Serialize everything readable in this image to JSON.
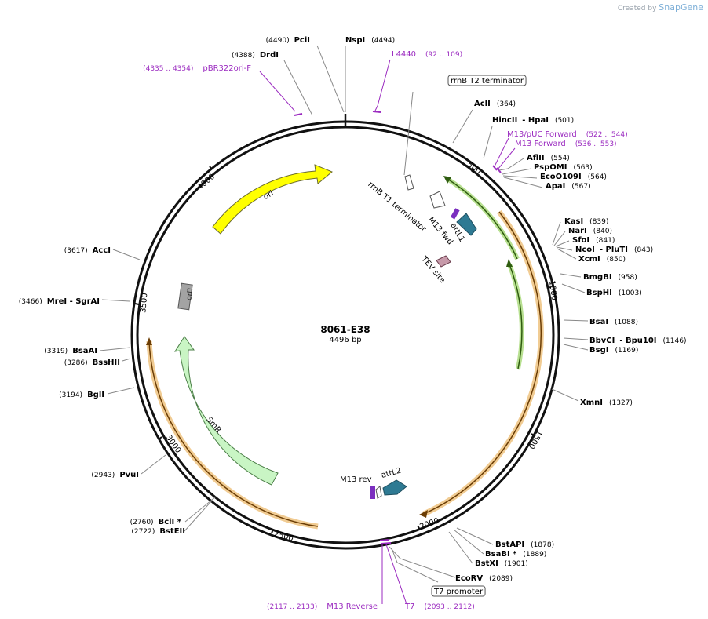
{
  "credit": {
    "prefix": "Created by",
    "brand": "SnapGene"
  },
  "plasmid": {
    "name": "8061-E38",
    "size_label": "4496 bp",
    "length": 4496
  },
  "colors": {
    "backbone": "#111111",
    "primer": "#9b2bc0",
    "ori": "#ffff00",
    "orf_green": "#7ec637",
    "orf_orange": "#e5a23a",
    "smr": "#c9f5c4",
    "attl": "#2e7a93",
    "tev": "#c79aaa",
    "orit": "#a3a3a3"
  },
  "ticks": [
    "500",
    "1000",
    "1500",
    "2000",
    "2500",
    "3000",
    "3500",
    "4000"
  ],
  "sites": [
    {
      "name": "PciI",
      "pos": "(4490)",
      "side": "L"
    },
    {
      "name": "NspI",
      "pos": "(4494)",
      "side": "R"
    },
    {
      "name": "DrdI",
      "pos": "(4388)",
      "side": "L"
    },
    {
      "name": "AclI",
      "pos": "(364)",
      "side": "R"
    },
    {
      "name": "HincII",
      "name2": "HpaI",
      "pos": "(501)",
      "side": "R"
    },
    {
      "name": "AflII",
      "pos": "(554)",
      "side": "R"
    },
    {
      "name": "PspOMI",
      "pos": "(563)",
      "side": "R"
    },
    {
      "name": "EcoO109I",
      "pos": "(564)",
      "side": "R"
    },
    {
      "name": "ApaI",
      "pos": "(567)",
      "side": "R"
    },
    {
      "name": "KasI",
      "pos": "(839)",
      "side": "R"
    },
    {
      "name": "NarI",
      "pos": "(840)",
      "side": "R"
    },
    {
      "name": "SfoI",
      "pos": "(841)",
      "side": "R"
    },
    {
      "name": "NcoI",
      "name2": "PluTI",
      "pos": "(843)",
      "side": "R"
    },
    {
      "name": "XcmI",
      "pos": "(850)",
      "side": "R"
    },
    {
      "name": "BmgBI",
      "pos": "(958)",
      "side": "R"
    },
    {
      "name": "BspHI",
      "pos": "(1003)",
      "side": "R"
    },
    {
      "name": "BsaI",
      "pos": "(1088)",
      "side": "R"
    },
    {
      "name": "BbvCI",
      "name2": "Bpu10I",
      "pos": "(1146)",
      "side": "R"
    },
    {
      "name": "BsgI",
      "pos": "(1169)",
      "side": "R"
    },
    {
      "name": "XmnI",
      "pos": "(1327)",
      "side": "R"
    },
    {
      "name": "BstAPI",
      "pos": "(1878)",
      "side": "R"
    },
    {
      "name": "BsaBI *",
      "pos": "(1889)",
      "side": "R"
    },
    {
      "name": "BstXI",
      "pos": "(1901)",
      "side": "R"
    },
    {
      "name": "EcoRV",
      "pos": "(2089)",
      "side": "R"
    },
    {
      "name": "BclI *",
      "pos": "(2760)",
      "side": "L"
    },
    {
      "name": "BstEII",
      "pos": "(2722)",
      "side": "L"
    },
    {
      "name": "PvuI",
      "pos": "(2943)",
      "side": "L"
    },
    {
      "name": "BglI",
      "pos": "(3194)",
      "side": "L"
    },
    {
      "name": "BsaAI",
      "pos": "(3319)",
      "side": "L"
    },
    {
      "name": "BssHII",
      "pos": "(3286)",
      "side": "L"
    },
    {
      "name": "MreI",
      "name2": "SgrAI",
      "pos": "(3466)",
      "side": "L"
    },
    {
      "name": "AccI",
      "pos": "(3617)",
      "side": "L"
    }
  ],
  "primers": [
    {
      "name": "L4440",
      "pos": "(92 .. 109)",
      "side": "R"
    },
    {
      "name": "pBR322ori-F",
      "pos": "(4335 .. 4354)",
      "side": "L"
    },
    {
      "name": "M13/pUC Forward",
      "pos": "(522 .. 544)",
      "side": "R"
    },
    {
      "name": "M13 Forward",
      "pos": "(536 .. 553)",
      "side": "R"
    },
    {
      "name": "M13 Reverse",
      "pos": "(2117 .. 2133)",
      "side": "L"
    },
    {
      "name": "T7",
      "pos": "(2093 .. 2112)",
      "side": "R"
    }
  ],
  "boxed_labels": [
    "rrnB T2 terminator",
    "T7 promoter"
  ],
  "features": {
    "ori": "ori",
    "smr": "SmR",
    "orit": "oriT",
    "rrnb_t1": "rrnB T1 terminator",
    "attl1": "attL1",
    "attl2": "attL2",
    "m13fwd": "M13 fwd",
    "m13rev": "M13 rev",
    "tev": "TEV site"
  }
}
